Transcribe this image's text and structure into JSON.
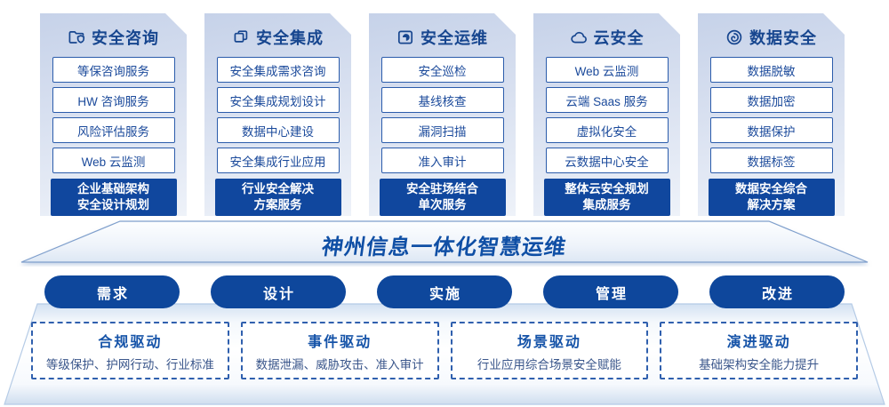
{
  "banner": {
    "title": "神州信息一体化智慧运维"
  },
  "columns": [
    {
      "header": "安全咨询",
      "icon": "folder-shield-icon",
      "items": [
        "等保咨询服务",
        "HW 咨询服务",
        "风险评估服务",
        "Web 云监测"
      ],
      "footer": "企业基础架构\n安全设计规划"
    },
    {
      "header": "安全集成",
      "icon": "documents-icon",
      "items": [
        "安全集成需求咨询",
        "安全集成规划设计",
        "数据中心建设",
        "安全集成行业应用"
      ],
      "footer": "行业安全解决\n方案服务"
    },
    {
      "header": "安全运维",
      "icon": "monitor-pie-icon",
      "items": [
        "安全巡检",
        "基线核查",
        "漏洞扫描",
        "准入审计"
      ],
      "footer": "安全驻场结合\n单次服务"
    },
    {
      "header": "云安全",
      "icon": "cloud-icon",
      "items": [
        "Web 云监测",
        "云端 Saas 服务",
        "虚拟化安全",
        "云数据中心安全"
      ],
      "footer": "整体云安全规划\n集成服务"
    },
    {
      "header": "数据安全",
      "icon": "fingerprint-icon",
      "items": [
        "数据脱敏",
        "数据加密",
        "数据保护",
        "数据标签"
      ],
      "footer": "数据安全综合\n解决方案"
    }
  ],
  "process_pills": [
    "需求",
    "设计",
    "实施",
    "管理",
    "改进"
  ],
  "drivers": [
    {
      "title": "合规驱动",
      "desc": "等级保护、护网行动、行业标准"
    },
    {
      "title": "事件驱动",
      "desc": "数据泄漏、威胁攻击、准入审计"
    },
    {
      "title": "场景驱动",
      "desc": "行业应用综合场景安全赋能"
    },
    {
      "title": "演进驱动",
      "desc": "基础架构安全能力提升"
    }
  ],
  "colors": {
    "primary_blue": "#0f479d",
    "border_blue": "#2b5cab",
    "text_blue": "#17468f",
    "card_gradient_top": "#c6d2e9",
    "card_gradient_bottom": "#eef2f9"
  }
}
